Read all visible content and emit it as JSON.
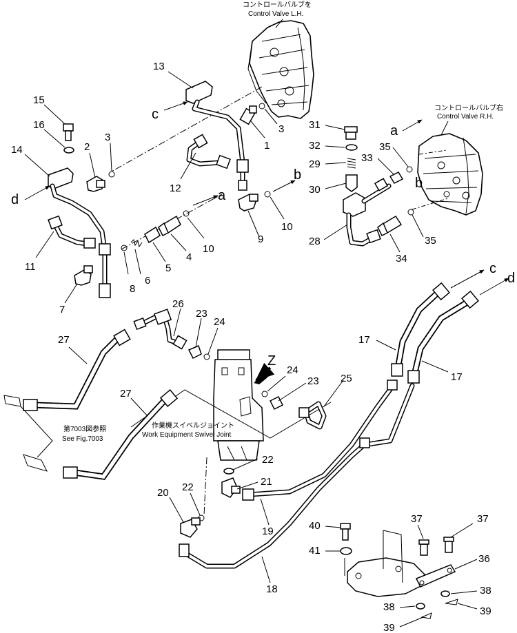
{
  "labels": {
    "control_valve_lh_jp": "コントロールバルブを",
    "control_valve_lh_en": "Control Valve L.H.",
    "control_valve_rh_jp": "コントロールバルブ右",
    "control_valve_rh_en": "Control Valve R.H.",
    "see_fig_jp": "第7003図参照",
    "see_fig_en": "See Fig.7003",
    "swivel_jp": "作業機スイベルジョイント",
    "swivel_en": "Work Equipment Swivel Joint"
  },
  "callouts": [
    "1",
    "2",
    "3",
    "3",
    "4",
    "5",
    "6",
    "7",
    "8",
    "9",
    "10",
    "10",
    "11",
    "12",
    "13",
    "14",
    "15",
    "16",
    "17",
    "17",
    "18",
    "19",
    "20",
    "21",
    "22",
    "22",
    "23",
    "23",
    "24",
    "24",
    "25",
    "26",
    "27",
    "27",
    "28",
    "29",
    "30",
    "31",
    "32",
    "33",
    "34",
    "35",
    "35",
    "36",
    "37",
    "37",
    "38",
    "38",
    "39",
    "39",
    "40",
    "41"
  ],
  "connection_letters": [
    "a",
    "a",
    "b",
    "b",
    "c",
    "c",
    "d",
    "d",
    "Z"
  ]
}
